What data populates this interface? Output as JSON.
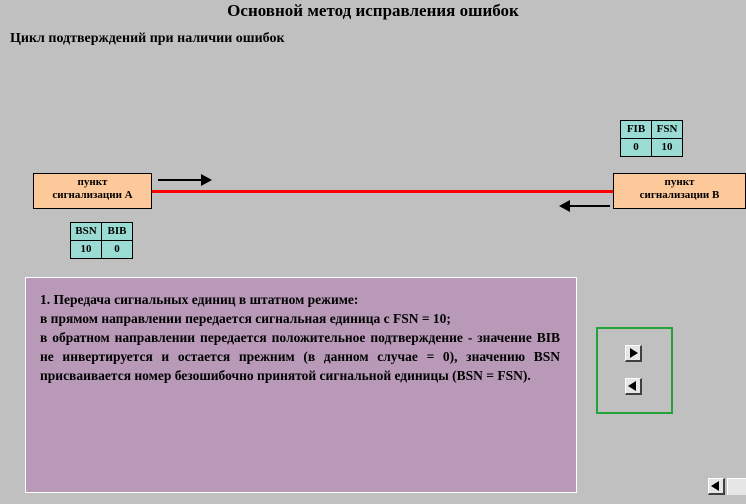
{
  "slide": {
    "title": "Основной метод исправления ошибок",
    "subtitle": "Цикл подтверждений при наличии ошибок"
  },
  "point_a": {
    "line1": "пункт",
    "line2": "сигнализации А"
  },
  "point_b": {
    "line1": "пункт",
    "line2": "сигнализации В"
  },
  "fields_b": {
    "h1": "FIB",
    "h2": "FSN",
    "v1": "0",
    "v2": "10"
  },
  "fields_a": {
    "h1": "BSN",
    "h2": "BIB",
    "v1": "10",
    "v2": "0"
  },
  "info": {
    "p1": "1. Передача сигнальных единиц в штатном режиме:",
    "p2": "в прямом направлении передается сигнальная единица с FSN = 10;",
    "p3": "в обратном направлении передается положительное подтверждение - значение BIB не инвертируется и остается прежним (в данном случае = 0), значению BSN присваивается номер безошибочно принятой сигнальной единицы (BSN = FSN)."
  },
  "colors": {
    "background": "#c0c0c0",
    "point_fill": "#fdc99a",
    "field_fill": "#9adbd4",
    "info_fill": "#b89ab8",
    "link_line": "#ff0000",
    "nav_border": "#22a33a"
  },
  "icons": {
    "next": "play-right-icon",
    "prev": "play-left-icon",
    "back": "play-left-icon"
  }
}
